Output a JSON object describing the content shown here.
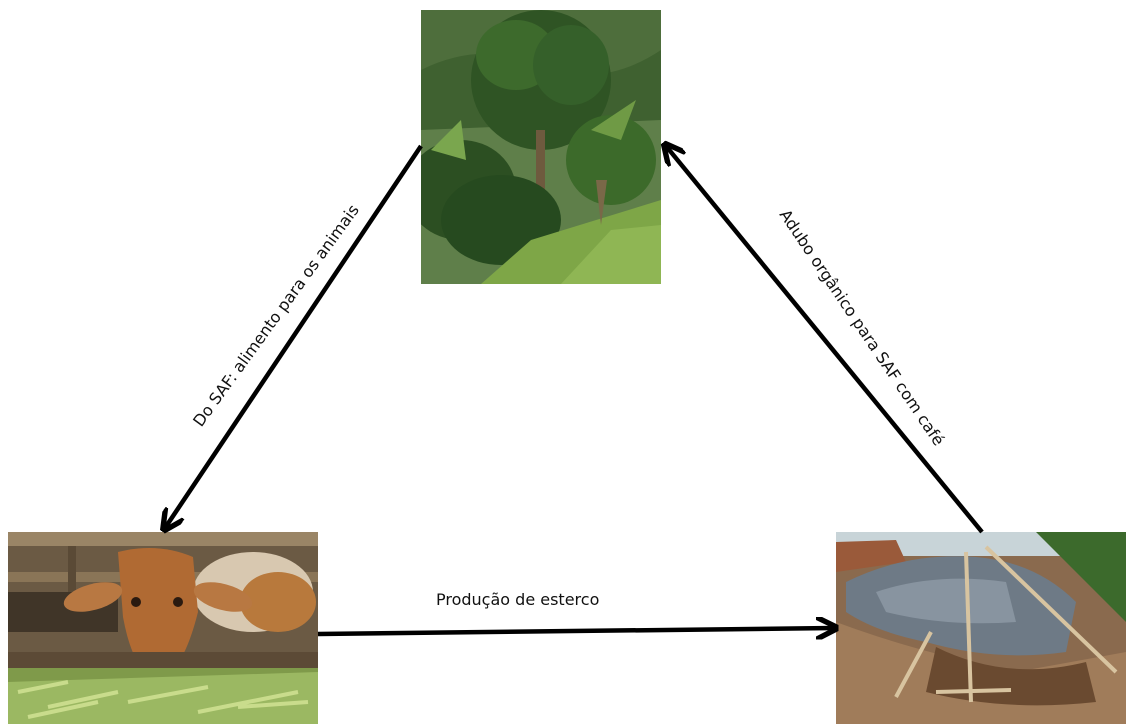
{
  "diagram": {
    "labels": {
      "left": "Do SAF: alimento para os animais",
      "right": "Adubo orgânico para SAF com café",
      "bottom": "Produção de esterco"
    },
    "arrow_color": "#000000"
  }
}
